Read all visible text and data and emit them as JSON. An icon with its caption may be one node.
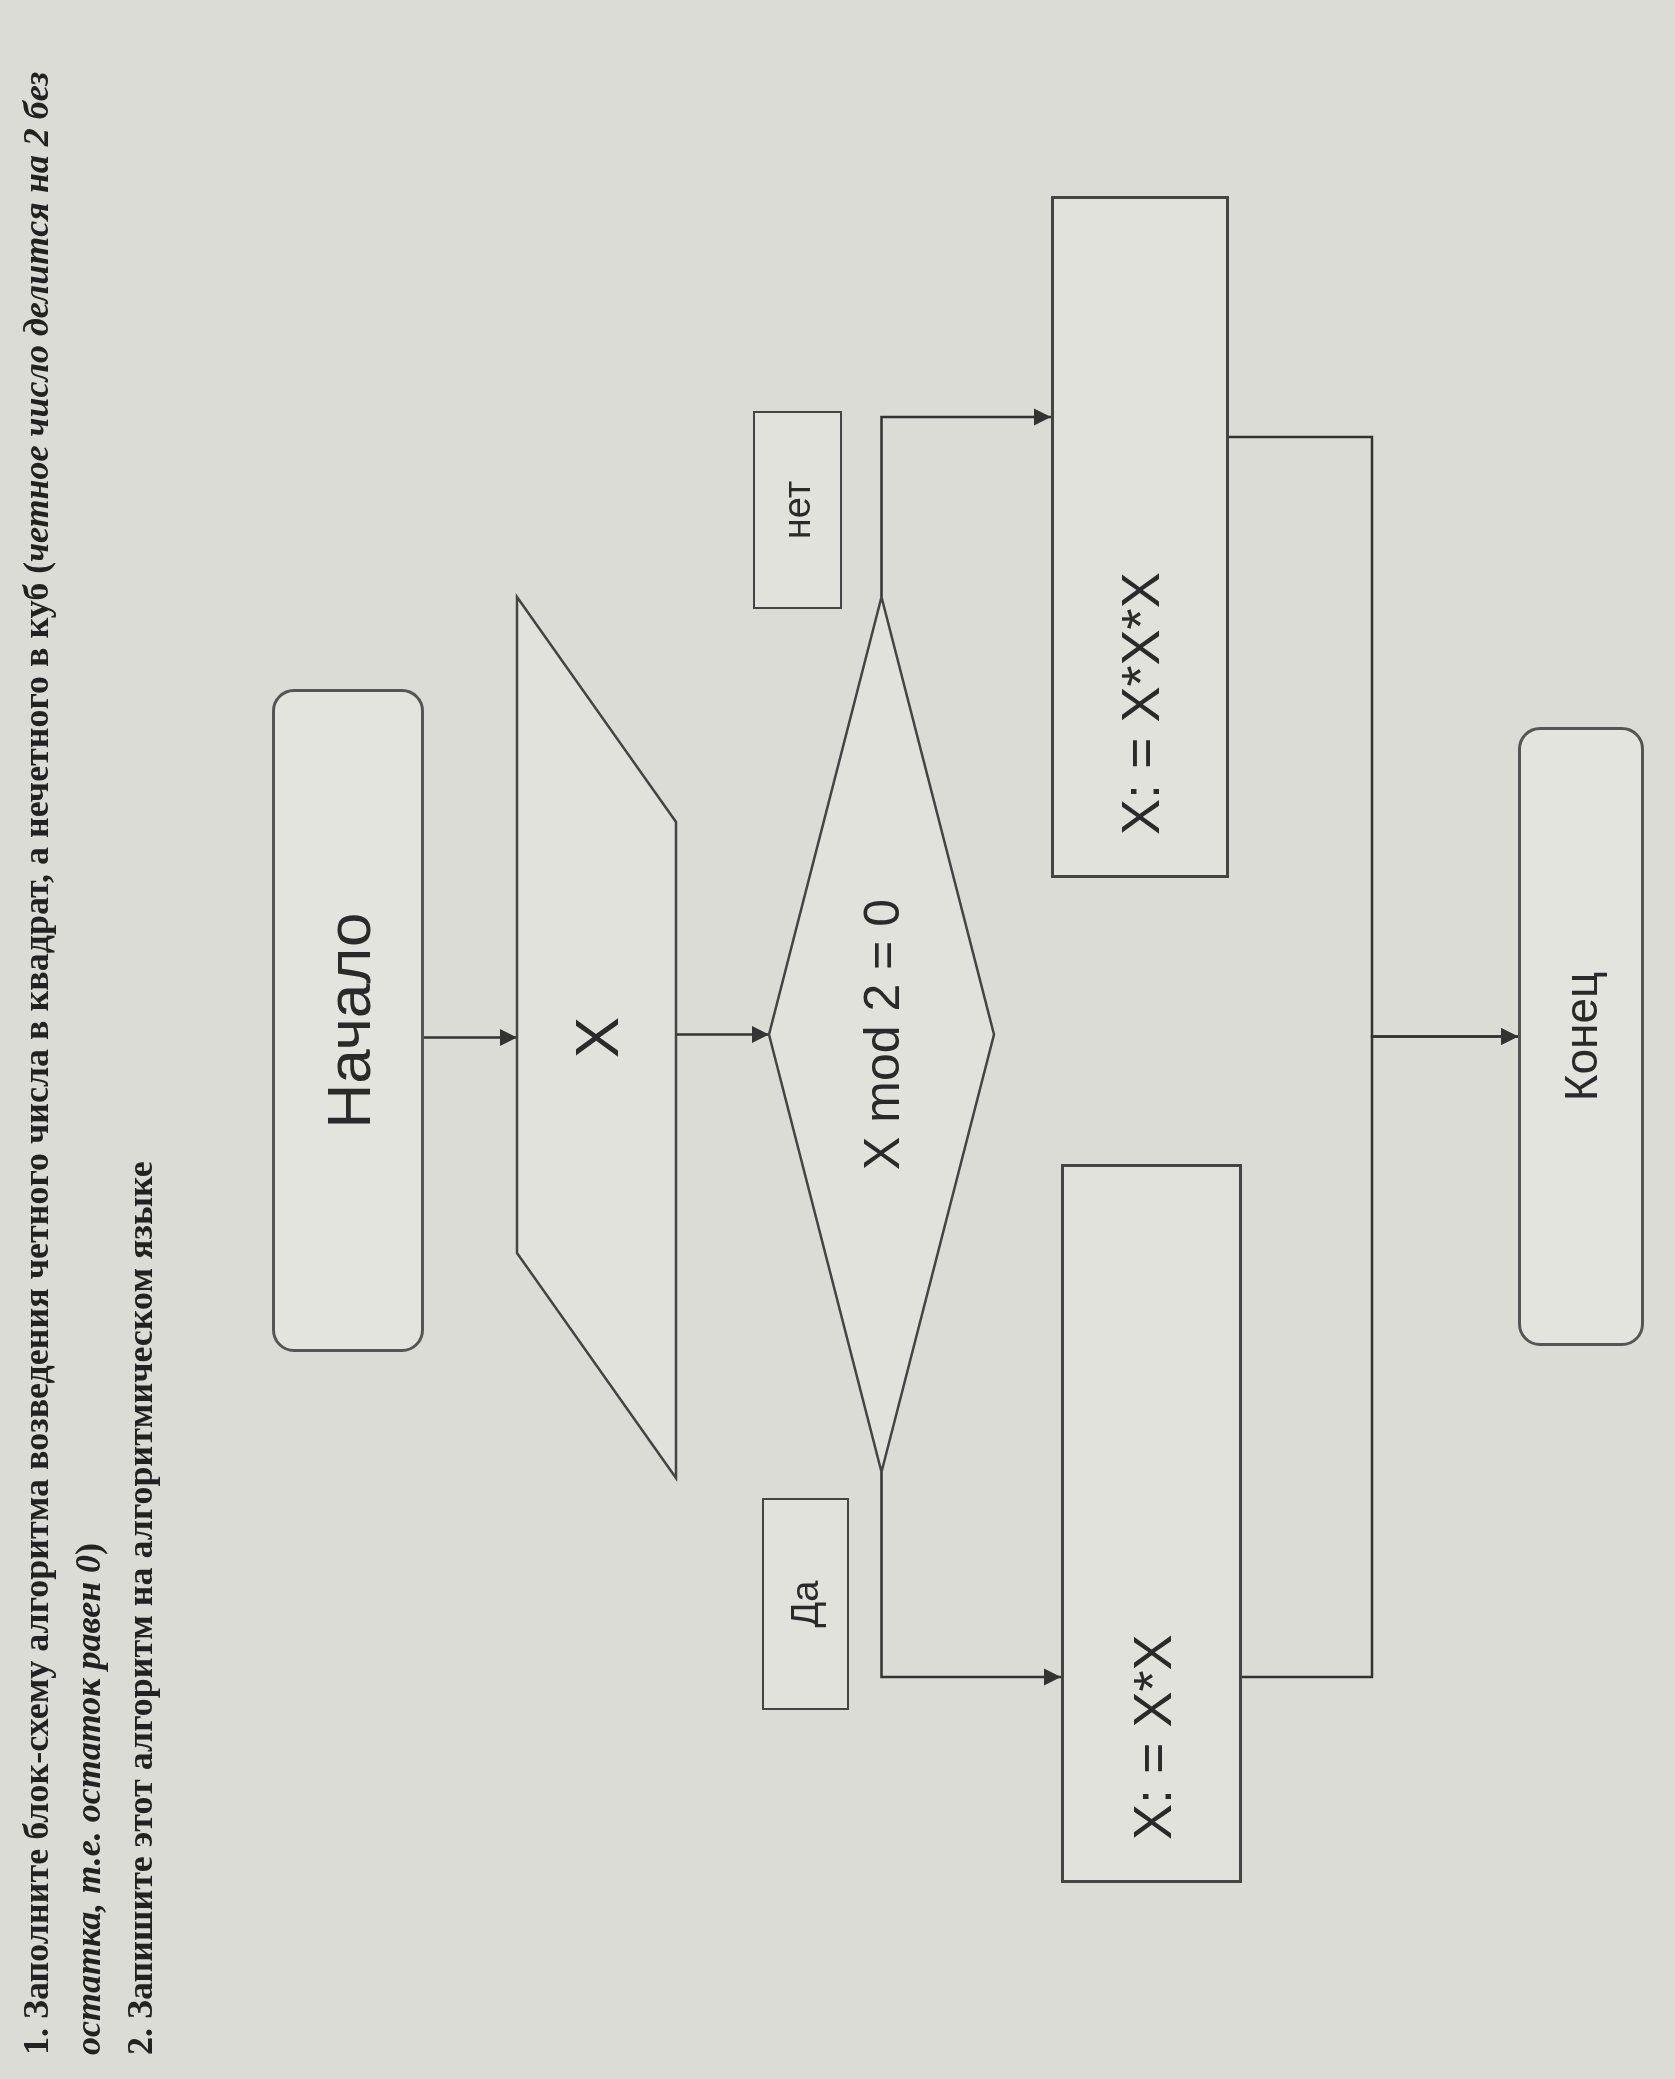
{
  "diagram": {
    "nodes": [
      {
        "text": [
          "Начало"
        ]
      },
      {
        "text": [
          "X"
        ]
      },
      {
        "text": [
          "X mod 2 = 0"
        ]
      },
      {
        "text": [
          "Да"
        ]
      },
      {
        "text": [
          "нет"
        ]
      },
      {
        "text": [
          "X: = X*X"
        ]
      },
      {
        "text": [
          "X: = X*X*X"
        ]
      },
      {
        "text": [
          "Конец"
        ]
      }
    ],
    "edges": [
      {
        "from": 0,
        "to": 1,
        "arrow": "to"
      },
      {
        "from": 1,
        "to": 2,
        "arrow": "to"
      },
      {
        "from": 2,
        "to": 5,
        "arrow": "to"
      },
      {
        "from": 2,
        "to": 6,
        "arrow": "to"
      },
      {
        "from": 5,
        "to": 7,
        "arrow": "to"
      },
      {
        "from": 6,
        "to": 7,
        "arrow": "to"
      }
    ],
    "labels": [
      "1. Заполните блок-схему алгоритма возведения четного числа в квадрат, а нечетного в куб (*четное число делится на 2 без остатка, т.е. остаток равен 0*)",
      "2. Запишите этот алгоритм на алгоритмическом языке"
    ]
  }
}
